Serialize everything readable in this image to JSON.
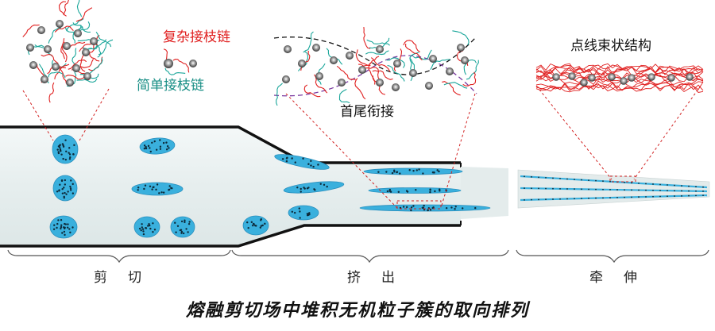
{
  "labels": {
    "complex_graft_chain": "复杂接枝链",
    "simple_graft_chain": "简单接枝链",
    "head_tail_connection": "首尾衔接",
    "dot_line_bundle": "点线束状结构"
  },
  "stages": {
    "shear": "剪切",
    "extrude": "挤出",
    "stretch": "牵伸"
  },
  "title": "熔融剪切场中堆积无机粒子簇的取向排列",
  "colors": {
    "particle_cluster": "#3ab0dd",
    "red_chain": "#e02020",
    "teal_chain": "#1aa69a",
    "nanoparticle": "#333333",
    "channel": "#e9f0f0",
    "zoom_line": "#d22222",
    "dashed_boundary": "#7a3aa0"
  }
}
